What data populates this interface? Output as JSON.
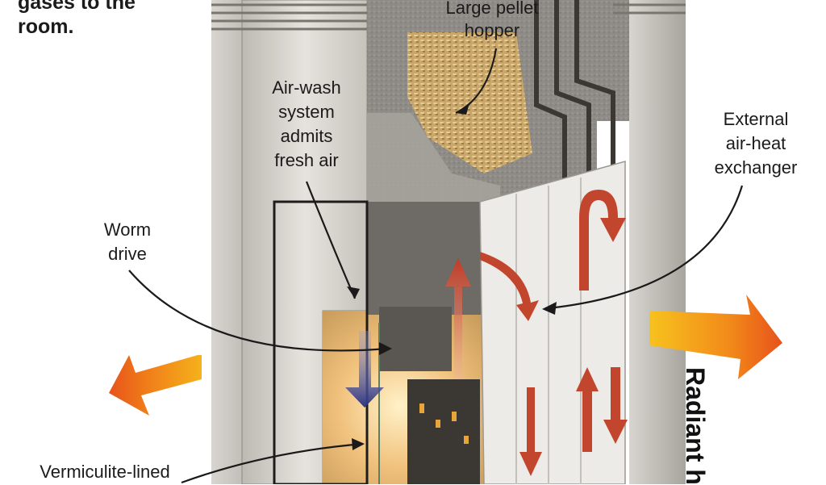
{
  "labels": {
    "room_fragment": [
      "gases to the",
      "room."
    ],
    "hopper": [
      "Large pellet",
      "hopper"
    ],
    "air_wash": [
      "Air-wash",
      "system",
      "admits",
      "fresh air"
    ],
    "exchanger": [
      "External",
      "air-heat",
      "exchanger"
    ],
    "worm": [
      "Worm",
      "drive"
    ],
    "vermiculite": [
      "Vermiculite-lined"
    ],
    "radiant": "Radiant h"
  },
  "colors": {
    "stove_shell": "#d9d6d1",
    "firebox_glow": "#f3c07a",
    "pellets": "#c9a76a",
    "air_arrow_blue": "#3b3f86",
    "hot_arrow_red": "#c2452d",
    "radiant_arrow": "#f39a1c"
  }
}
